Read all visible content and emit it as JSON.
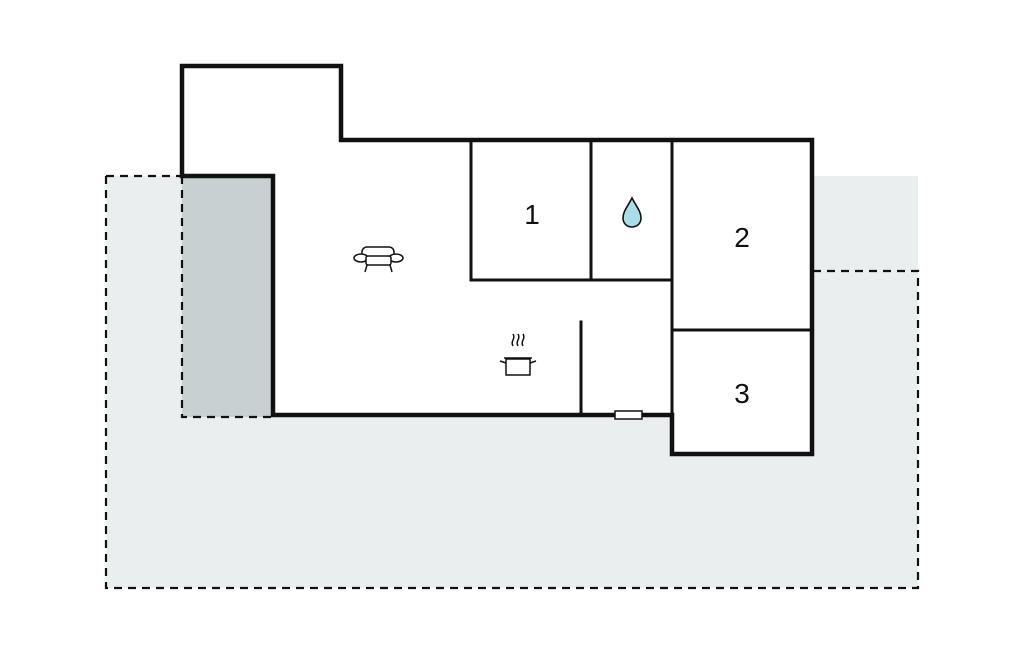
{
  "rooms": {
    "room_1": "1",
    "room_2": "2",
    "room_3": "3"
  },
  "icons": {
    "living_room": "sofa-icon",
    "kitchen": "cooking-pot-icon",
    "bathroom": "water-drop-icon"
  },
  "colors": {
    "terrace_fill": "#ebeeee",
    "covered_terrace_fill": "#c9d0d1",
    "water_drop_fill": "#a9dde8",
    "wall_stroke": "#111111"
  }
}
